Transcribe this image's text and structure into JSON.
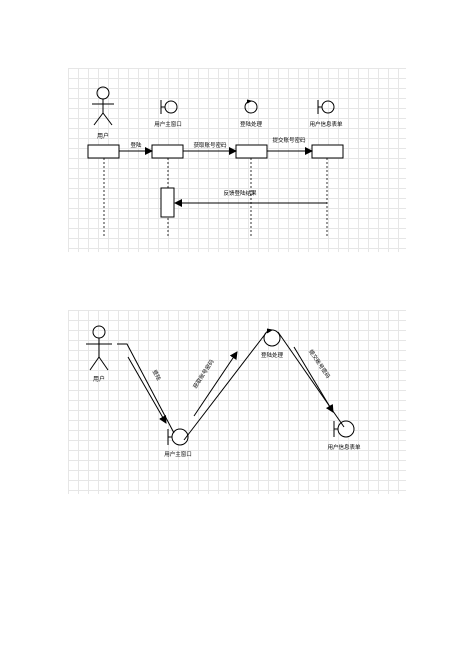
{
  "sequence": {
    "actor": "用户",
    "objects": [
      "用户主窗口",
      "登陆处理",
      "用户信息表单"
    ],
    "messages": [
      "登陆",
      "获取账号密码",
      "提交账号密码",
      "反馈登陆结果"
    ]
  },
  "communication": {
    "actor": "用户",
    "objects": [
      "用户主窗口",
      "登陆处理",
      "用户信息表单"
    ],
    "messages": [
      "登陆",
      "获取账号密码",
      "提交账号密码"
    ]
  },
  "colors": {
    "line": "#000000",
    "grid": "#e6e6e6",
    "text": "#000000"
  }
}
